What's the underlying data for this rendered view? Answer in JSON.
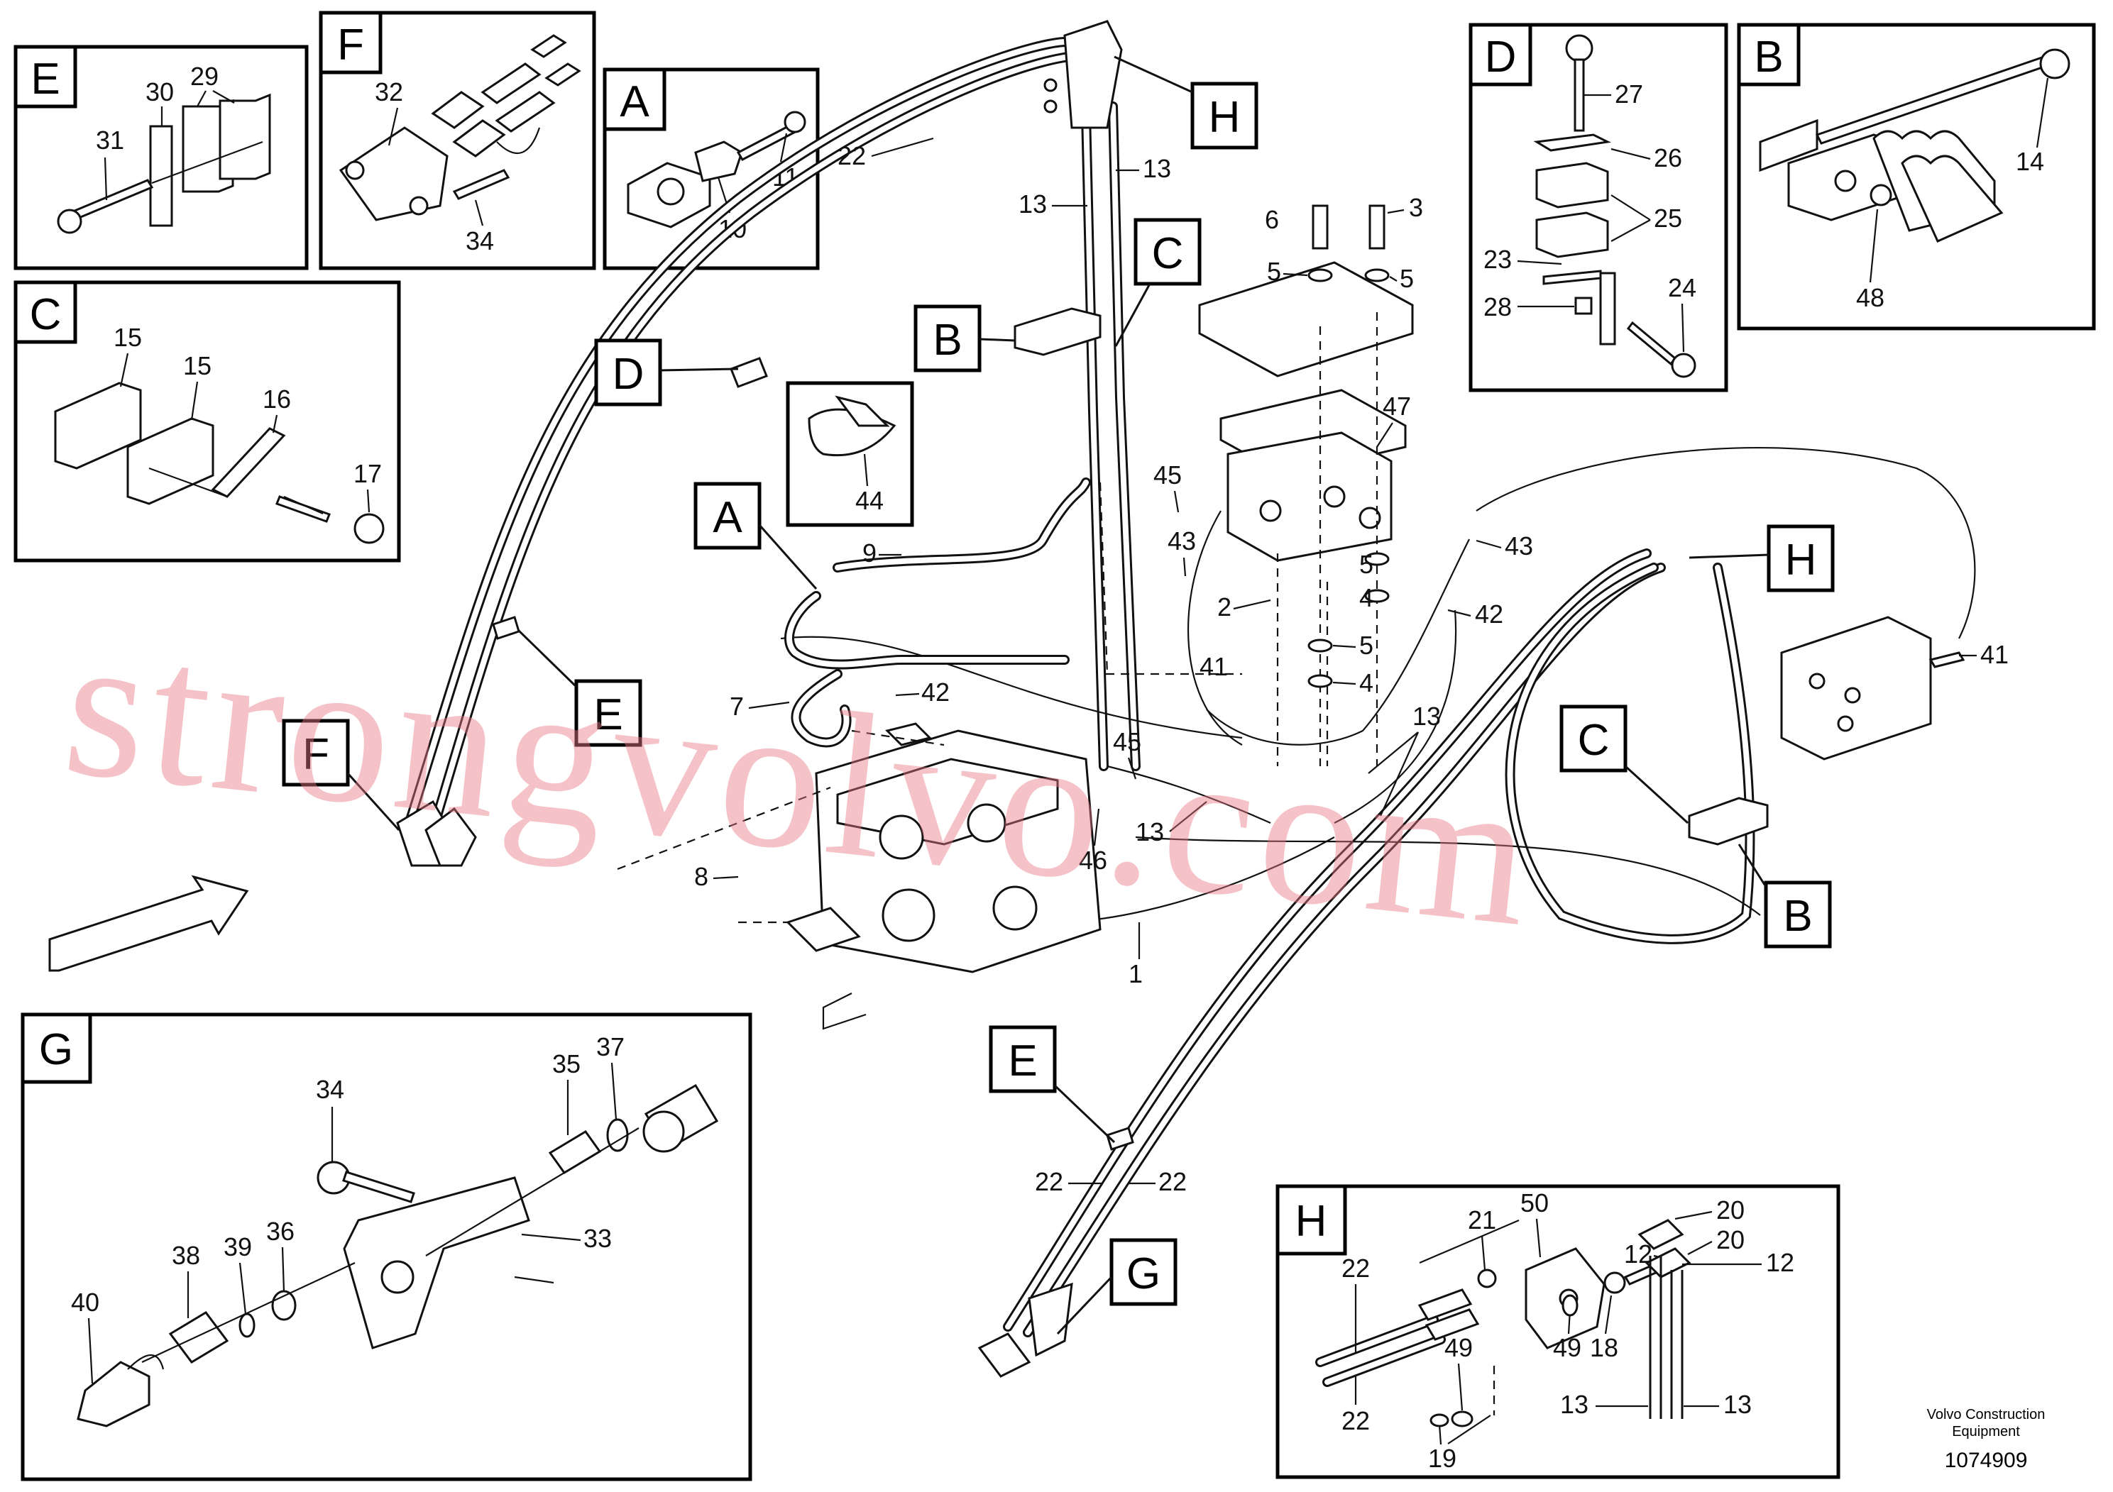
{
  "watermark": "strongvolvo.com",
  "credit": {
    "line1": "Volvo Construction",
    "line2": "Equipment",
    "drawing_no": "1074909"
  },
  "detail_boxes": {
    "E": "E",
    "F": "F",
    "A": "A",
    "C": "C",
    "D": "D",
    "B": "B",
    "G": "G",
    "H": "H"
  },
  "callouts": {
    "c1": "1",
    "c2": "2",
    "c3": "3",
    "c4": "4",
    "c5": "5",
    "c6": "6",
    "c7": "7",
    "c8": "8",
    "c9": "9",
    "c10": "10",
    "c11": "11",
    "c12": "12",
    "c13": "13",
    "c14": "14",
    "c15": "15",
    "c16": "16",
    "c17": "17",
    "c18": "18",
    "c19": "19",
    "c20": "20",
    "c21": "21",
    "c22": "22",
    "c23": "23",
    "c24": "24",
    "c25": "25",
    "c26": "26",
    "c27": "27",
    "c28": "28",
    "c29": "29",
    "c30": "30",
    "c31": "31",
    "c32": "32",
    "c33": "33",
    "c34": "34",
    "c35": "35",
    "c36": "36",
    "c37": "37",
    "c38": "38",
    "c39": "39",
    "c40": "40",
    "c41": "41",
    "c42": "42",
    "c43": "43",
    "c44": "44",
    "c45": "45",
    "c46": "46",
    "c47": "47",
    "c48": "48",
    "c49": "49",
    "c50": "50"
  },
  "colors": {
    "line": "#111111",
    "watermark": "#e6788299"
  }
}
